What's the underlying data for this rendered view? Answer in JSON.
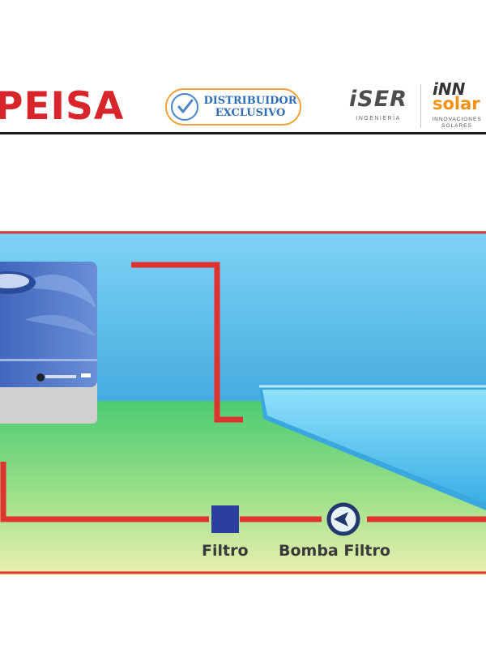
{
  "header": {
    "brand_logo_text": "PEISA",
    "badge": {
      "line1": "DISTRIBUIDOR",
      "line2": "EXCLUSIVO",
      "icon": "check-circle-icon"
    },
    "partner1": {
      "name": "iSER",
      "subtitle": "INGENIERÍA"
    },
    "partner2": {
      "name_top": "iNN",
      "name_bottom": "solar",
      "subtitle_line1": "INNOVACIONES",
      "subtitle_line2": "SOLARES"
    }
  },
  "diagram": {
    "labels": {
      "filter": "Filtro",
      "pump": "Bomba Filtro"
    },
    "colors": {
      "pipe": "#e0322f",
      "sky": "#4fb6e8",
      "ground": "#4ccb72",
      "pool_water": "#5ec8f2",
      "heat_pump": "#4e74c4",
      "filter": "#2c3f9e",
      "pump_ring": "#23376f"
    },
    "icons": [
      "heat-pump-unit",
      "pool",
      "filter-icon",
      "pump-icon"
    ]
  }
}
